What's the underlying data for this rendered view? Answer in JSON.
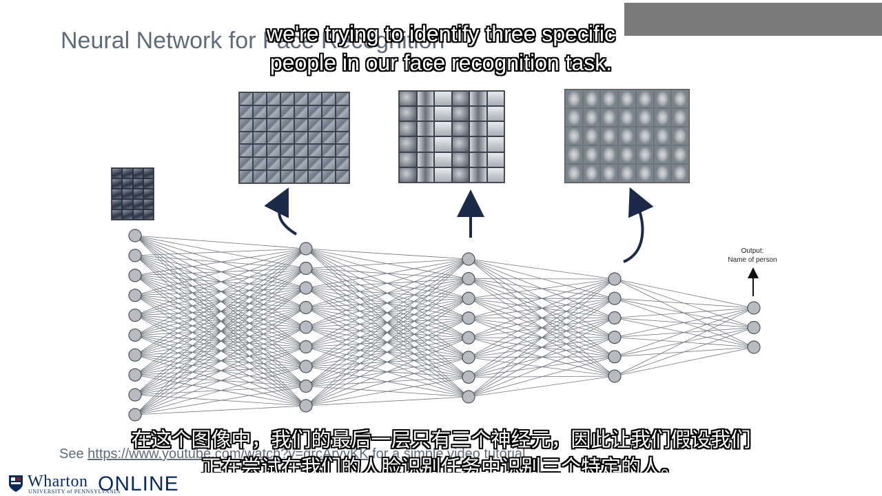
{
  "slide": {
    "title": "Neural Network for Face Recognition",
    "reference_prefix": "See ",
    "reference_link": "https://www.youtube.com/watch?v=grcArvyKK",
    "reference_suffix": " for a simple video tutorial"
  },
  "diagram": {
    "output_label_line1": "Output:",
    "output_label_line2": "Name of person",
    "layers": [
      10,
      9,
      8,
      6,
      3
    ],
    "icons": [
      "input-face-image",
      "edges-feature-map",
      "parts-feature-map",
      "faces-feature-map",
      "up-arrow-icon"
    ]
  },
  "subtitles": {
    "en_line1": "we're trying to identify three specific",
    "en_line2": "people in our face recognition task.",
    "zh_line1": "在这个图像中，我们的最后一层只有三个神经元，因此让我们假设我们",
    "zh_line2": "正在尝试在我们的人脸识别任务中识别三个特定的人。"
  },
  "branding": {
    "wordmark": "Wharton",
    "submark": "UNIVERSITY of PENNSYLVANIA",
    "online": "ONLINE",
    "brand_color": "#0a2a5c"
  },
  "colors": {
    "title_gray": "#5f6b78",
    "node_fill": "#b8bcc2"
  }
}
